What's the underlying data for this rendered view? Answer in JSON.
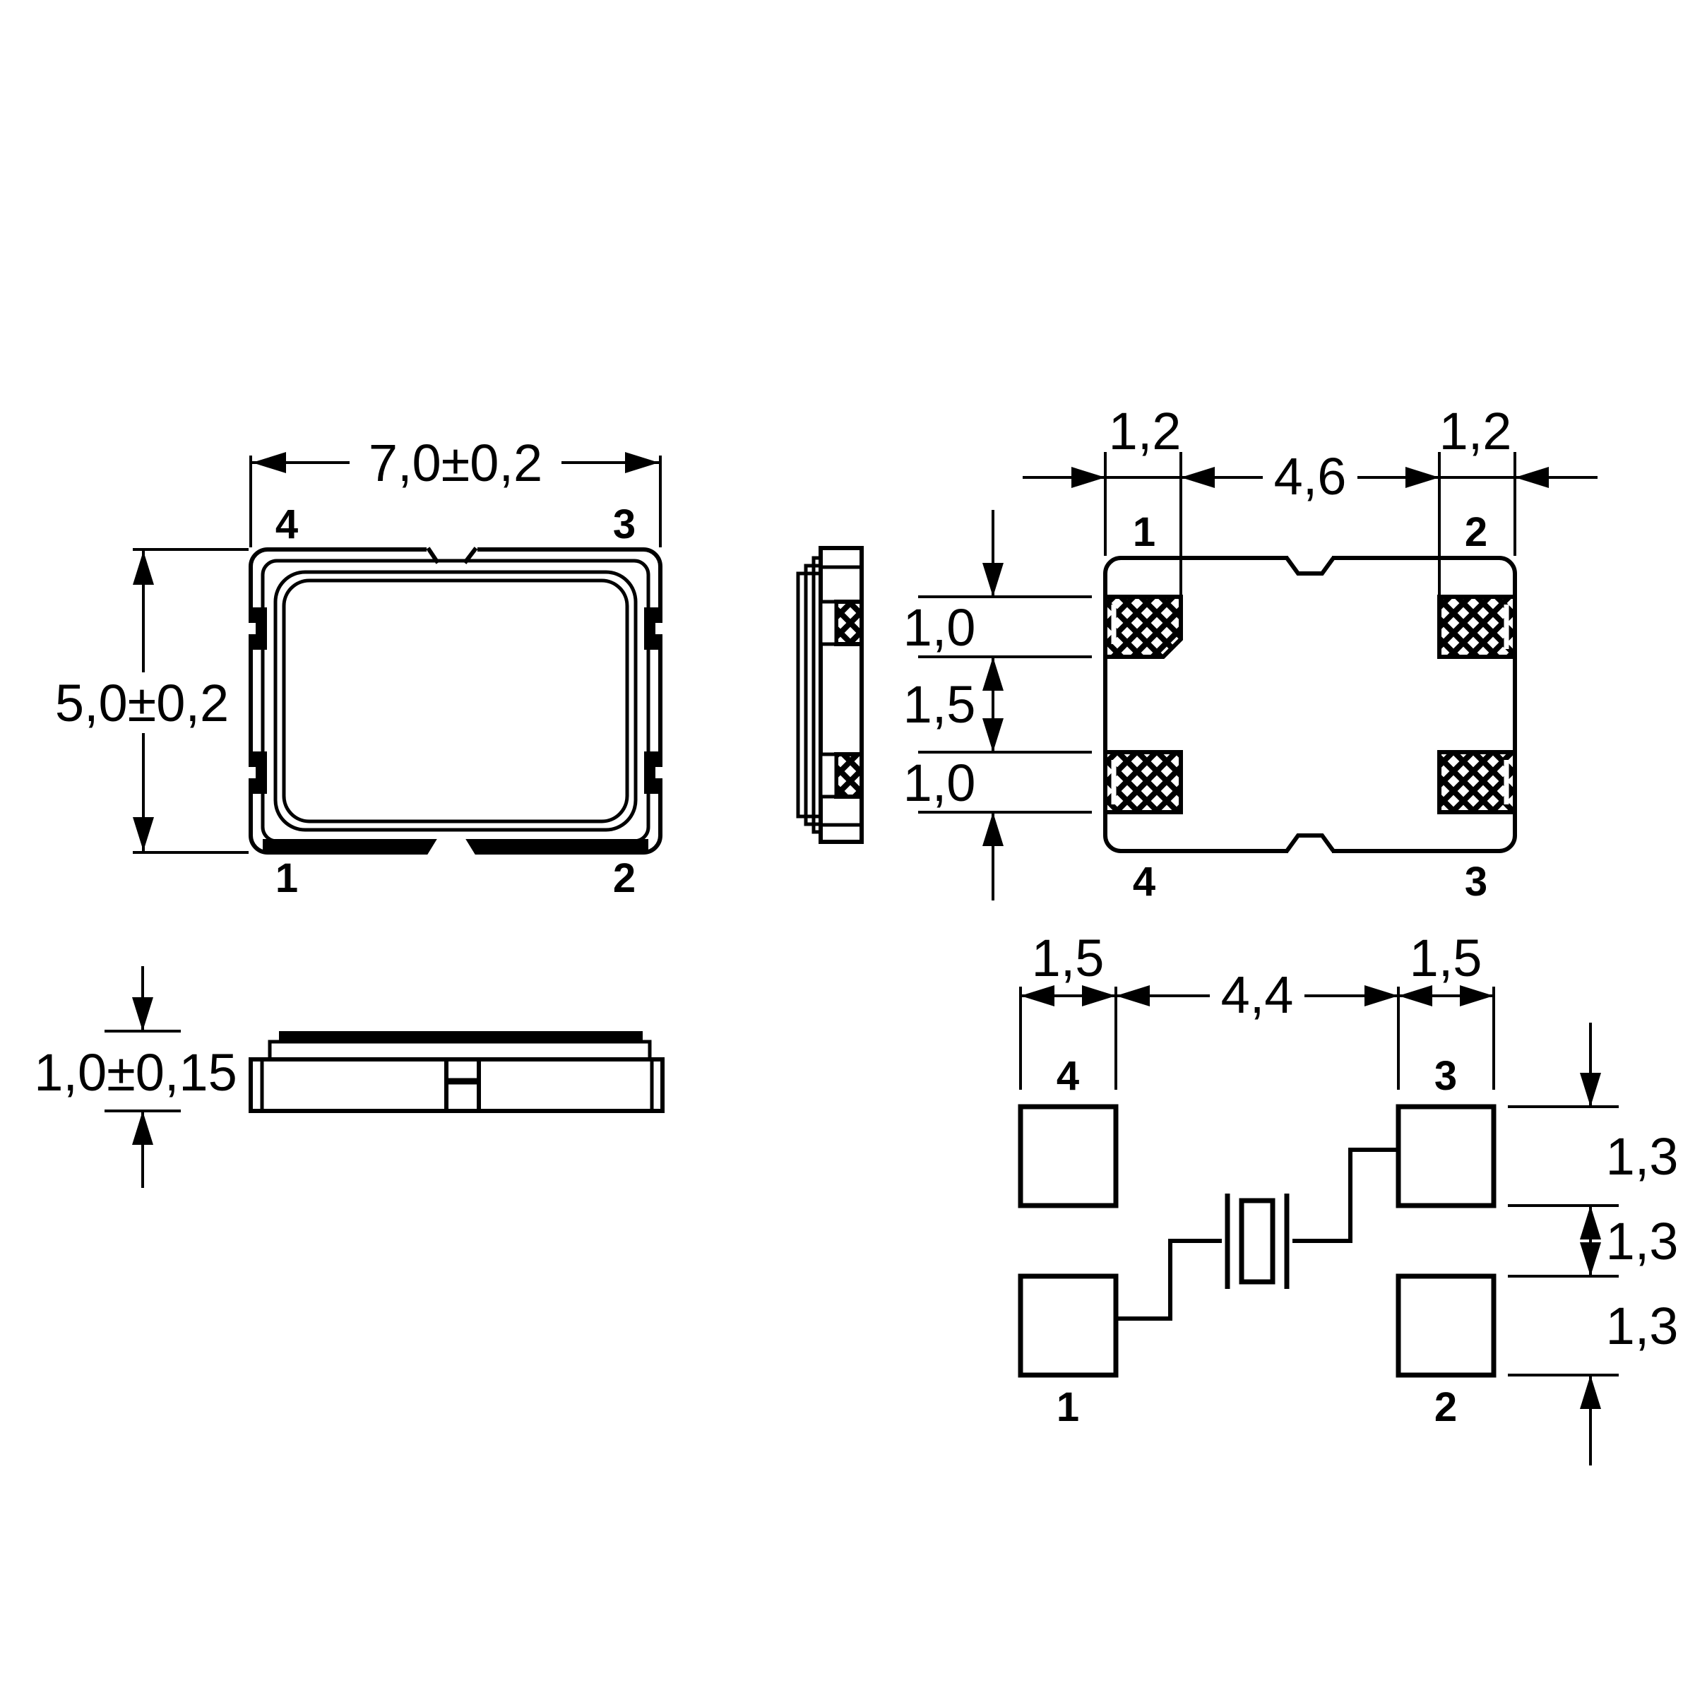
{
  "colors": {
    "line": "#000000",
    "background": "#ffffff"
  },
  "top_view": {
    "dim_width": "7,0±0,2",
    "dim_height": "5,0±0,2",
    "pin_top_left": "4",
    "pin_top_right": "3",
    "pin_bottom_left": "1",
    "pin_bottom_right": "2"
  },
  "front_view": {
    "dim_thickness": "1,0±0,15"
  },
  "bottom_view": {
    "dim_pad_width_left": "1,2",
    "dim_pad_inner_span": "4,6",
    "dim_pad_width_right": "1,2",
    "dim_pad_height_top": "1,0",
    "dim_pad_gap": "1,5",
    "dim_pad_height_bottom": "1,0",
    "pin_top_left": "1",
    "pin_top_right": "2",
    "pin_bottom_left": "4",
    "pin_bottom_right": "3"
  },
  "land_pattern": {
    "dim_pad_width_left": "1,5",
    "dim_pad_span": "4,4",
    "dim_pad_width_right": "1,5",
    "dim_pad_height_top": "1,3",
    "dim_row_gap": "1,3",
    "dim_pad_height_bottom": "1,3",
    "pad_top_left": "4",
    "pad_top_right": "3",
    "pad_bottom_left": "1",
    "pad_bottom_right": "2"
  }
}
